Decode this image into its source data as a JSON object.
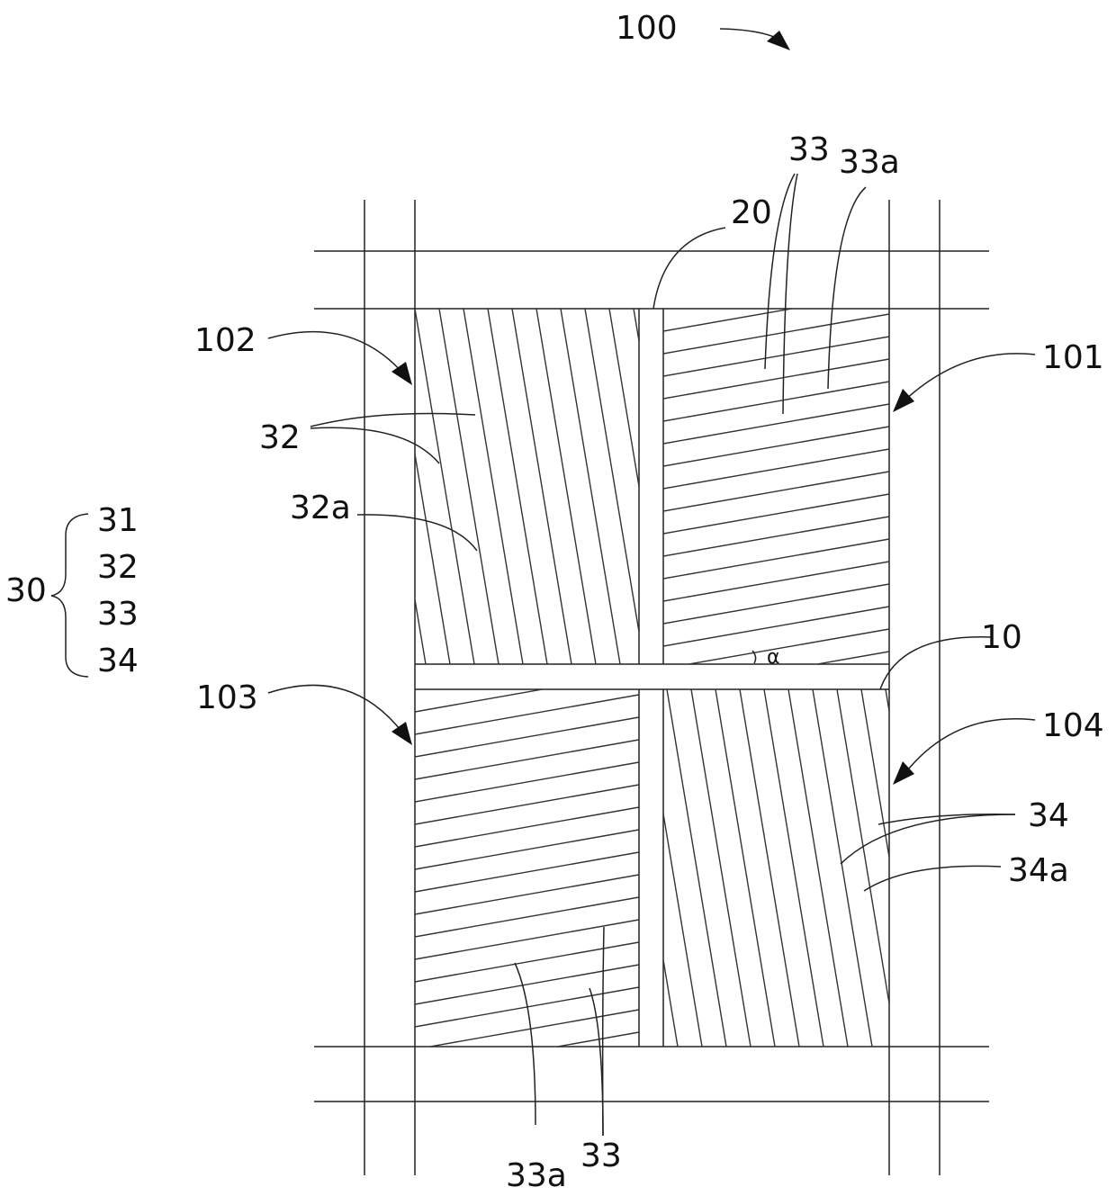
{
  "labels": {
    "assembly": "100",
    "pixel_101": "101",
    "pixel_102": "102",
    "pixel_103": "103",
    "pixel_104": "104",
    "line_20": "20",
    "line_10": "10",
    "top_33": "33",
    "top_33a": "33a",
    "left_32": "32",
    "left_32a": "32a",
    "bottom_33": "33",
    "bottom_33a": "33a",
    "right_34": "34",
    "right_34a": "34a",
    "angle": "α"
  },
  "group_30": {
    "label": "30",
    "items": [
      "31",
      "32",
      "33",
      "34"
    ]
  }
}
